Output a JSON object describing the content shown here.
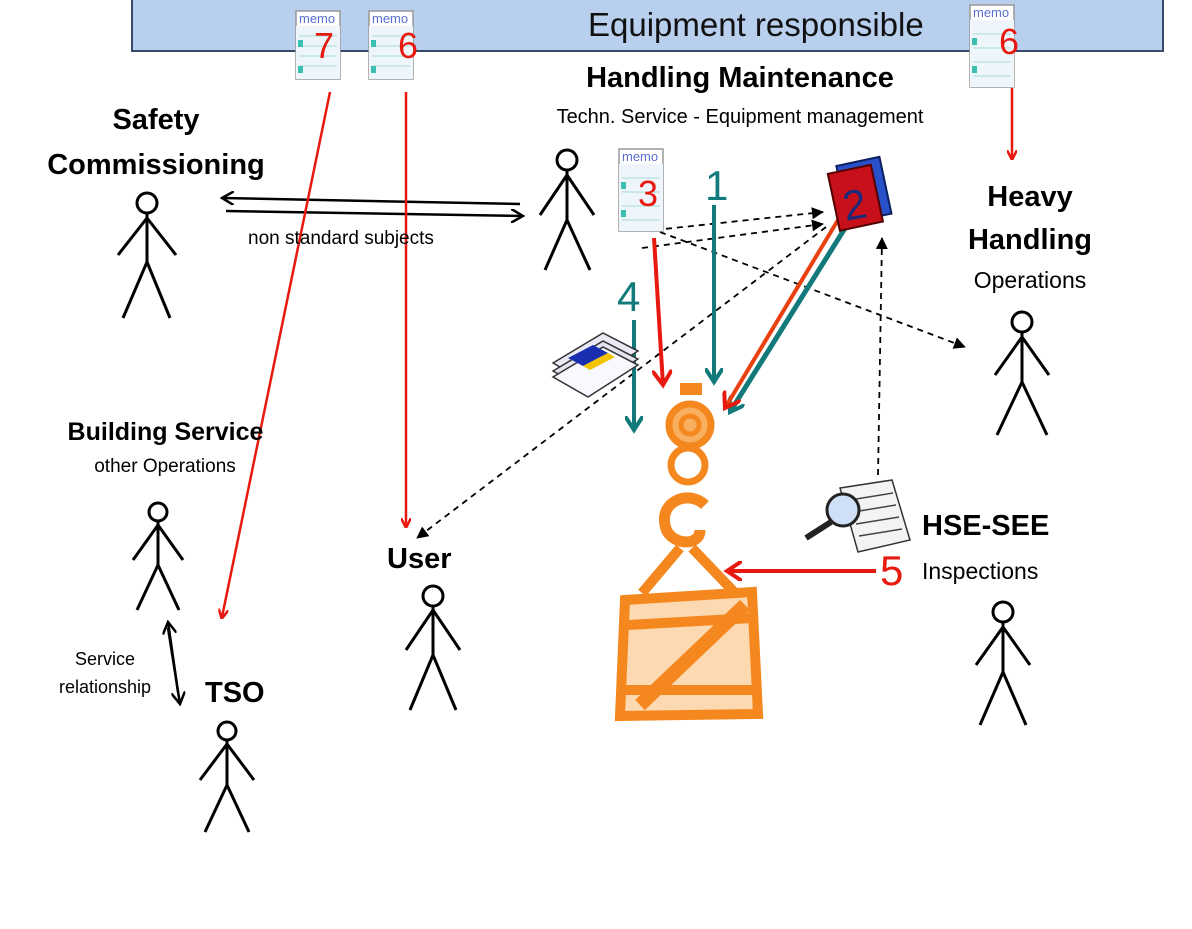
{
  "banner": {
    "title": "Equipment responsible"
  },
  "memo_label": "memo",
  "memos": {
    "top_left": "7",
    "top_mid": "6",
    "top_right": "6",
    "maintenance": "3"
  },
  "actors": {
    "safety": {
      "line1": "Safety",
      "line2": "Commissioning"
    },
    "maintenance": {
      "title": "Handling Maintenance",
      "subtitle": "Techn. Service - Equipment management"
    },
    "heavy": {
      "line1": "Heavy",
      "line2": "Handling",
      "subtitle": "Operations"
    },
    "building": {
      "title": "Building Service",
      "subtitle": "other Operations"
    },
    "user": {
      "title": "User"
    },
    "hse": {
      "title": "HSE-SEE",
      "subtitle": "Inspections"
    },
    "tso": {
      "title": "TSO"
    }
  },
  "edge_labels": {
    "non_standard": "non standard subjects",
    "service_line1": "Service",
    "service_line2": "relationship"
  },
  "step_numbers": {
    "one": "1",
    "two": "2",
    "four": "4",
    "five": "5"
  },
  "colors": {
    "banner": "#b8cfee",
    "red_arrow": "#e8190f",
    "teal_arrow": "#127a7a",
    "crane": "#f5871f",
    "book": "#c8101a"
  }
}
